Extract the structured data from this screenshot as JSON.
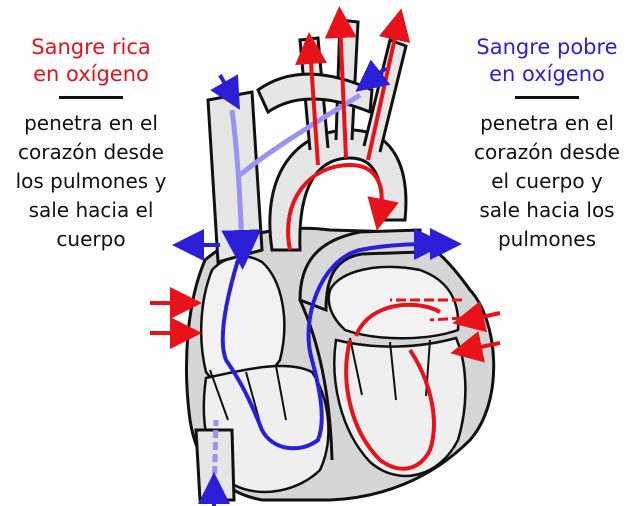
{
  "colors": {
    "oxygen_rich": "#e8121a",
    "oxygen_poor": "#2a1fd6",
    "oxygen_poor_light": "#9a93f0",
    "outline": "#111111",
    "tissue_light": "#e6e6e6",
    "tissue_mid": "#bdbdbd"
  },
  "left_panel": {
    "heading": [
      "Sangre rica",
      "en oxígeno"
    ],
    "description": [
      "penetra en el",
      "corazón desde",
      "los pulmones y",
      "sale hacia el",
      "cuerpo"
    ]
  },
  "right_panel": {
    "heading": [
      "Sangre pobre",
      "en oxígeno"
    ],
    "description": [
      "penetra en el",
      "corazón desde",
      "el cuerpo y",
      "sale hacia los",
      "pulmones"
    ]
  },
  "icons": {
    "red_arrows": "arrow-icon",
    "blue_arrows": "arrow-icon"
  }
}
